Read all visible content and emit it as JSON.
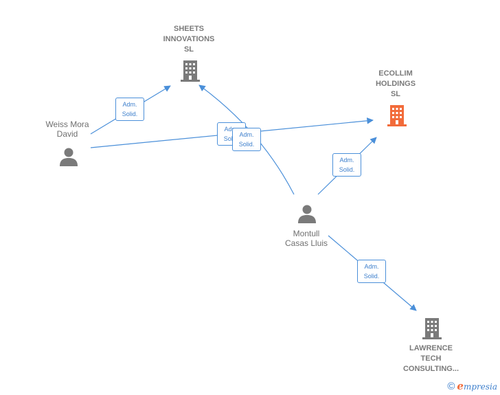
{
  "nodes": {
    "sheets": {
      "label": "SHEETS\nINNOVATIONS\nSL",
      "type": "company",
      "color": "#7a7a7a"
    },
    "ecollim": {
      "label": "ECOLLIM\nHOLDINGS\nSL",
      "type": "company",
      "color": "#f26b3a"
    },
    "lawrence": {
      "label": "LAWRENCE\nTECH\nCONSULTING...",
      "type": "company",
      "color": "#7a7a7a"
    },
    "weiss": {
      "label": "Weiss Mora\nDavid",
      "type": "person",
      "color": "#7a7a7a"
    },
    "montull": {
      "label": "Montull\nCasas Lluis",
      "type": "person",
      "color": "#7a7a7a"
    }
  },
  "edges": [
    {
      "from": "weiss",
      "to": "sheets",
      "label": "Adm.\nSolid."
    },
    {
      "from": "weiss",
      "to": "ecollim",
      "label": "Adm.\nSolid."
    },
    {
      "from": "montull",
      "to": "sheets",
      "label": "Adm.\nSolid."
    },
    {
      "from": "montull",
      "to": "ecollim",
      "label": "Adm.\nSolid."
    },
    {
      "from": "montull",
      "to": "lawrence",
      "label": "Adm.\nSolid."
    }
  ],
  "colors": {
    "edge": "#4a8fd9",
    "highlight_company": "#f26b3a",
    "company": "#7a7a7a"
  },
  "footer": {
    "copyright_symbol": "©",
    "brand_first": "e",
    "brand_rest": "mpresia"
  }
}
